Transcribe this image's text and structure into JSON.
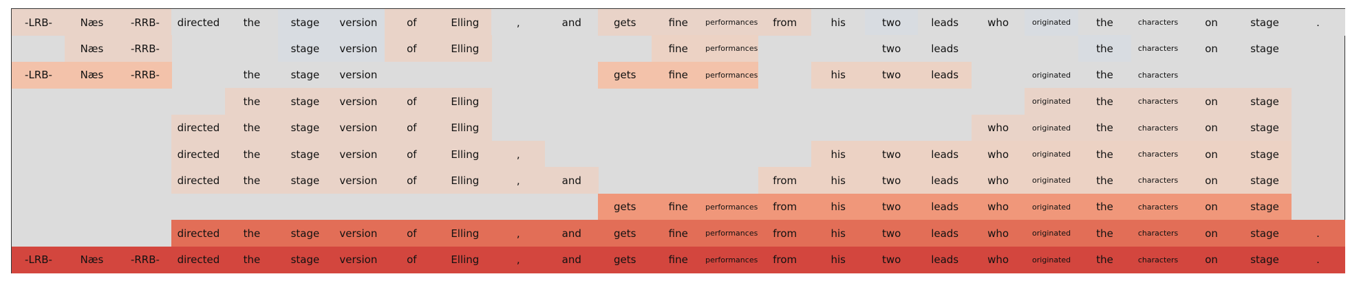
{
  "tokens": [
    "-LRB-",
    "Næs",
    "-RRB-",
    "directed",
    "the",
    "stage",
    "version",
    "of",
    "Elling",
    ",",
    "and",
    "gets",
    "fine",
    "performances",
    "from",
    "his",
    "two",
    "leads",
    "who",
    "originated",
    "the",
    "characters",
    "on",
    "stage",
    "."
  ],
  "small_tokens": [
    13,
    19,
    21
  ],
  "colors": {
    "empty": "#dcdcdc",
    "blue": "#d8dce1",
    "c_tan1": "#e9d3c8",
    "c_tan2": "#ecd2c4",
    "c_peach": "#f3c2aa",
    "c_orange": "#f0977a",
    "c_red1": "#e26e57",
    "c_red2": "#d3463e"
  },
  "rows": [
    {
      "shown": [
        0,
        1,
        2,
        3,
        4,
        5,
        6,
        7,
        8,
        9,
        10,
        11,
        12,
        13,
        14,
        15,
        16,
        17,
        18,
        19,
        20,
        21,
        22,
        23,
        24
      ],
      "cell_colors": {
        "0": "c_tan1",
        "1": "c_tan1",
        "2": "c_tan1",
        "3": "empty",
        "4": "empty",
        "5": "blue",
        "6": "blue",
        "7": "c_tan1",
        "8": "c_tan1",
        "9": "empty",
        "10": "empty",
        "11": "c_tan1",
        "12": "c_tan1",
        "13": "c_tan1",
        "14": "c_tan1",
        "15": "empty",
        "16": "blue",
        "17": "empty",
        "18": "empty",
        "19": "blue",
        "20": "empty",
        "21": "empty",
        "22": "empty",
        "23": "empty",
        "24": "empty"
      }
    },
    {
      "shown": [
        1,
        2,
        5,
        6,
        7,
        8,
        12,
        13,
        16,
        17,
        20,
        21,
        22,
        23
      ],
      "cell_colors": {
        "1": "c_tan1",
        "2": "c_tan1",
        "5": "blue",
        "6": "blue",
        "7": "c_tan1",
        "8": "c_tan1",
        "12": "c_tan2",
        "13": "c_tan2",
        "16": "empty",
        "17": "empty",
        "20": "blue",
        "21": "empty",
        "22": "empty",
        "23": "empty"
      }
    },
    {
      "shown": [
        0,
        1,
        2,
        4,
        5,
        6,
        11,
        12,
        13,
        15,
        16,
        17,
        19,
        20,
        21
      ],
      "cell_colors": {
        "0": "c_peach",
        "1": "c_peach",
        "2": "c_peach",
        "4": "empty",
        "5": "empty",
        "6": "empty",
        "11": "c_peach",
        "12": "c_peach",
        "13": "c_peach",
        "15": "c_tan2",
        "16": "c_tan2",
        "17": "c_tan2",
        "19": "empty",
        "20": "empty",
        "21": "empty"
      }
    },
    {
      "shown": [
        4,
        5,
        6,
        7,
        8,
        19,
        20,
        21,
        22,
        23
      ],
      "cell_colors": {
        "4": "c_tan1",
        "5": "c_tan1",
        "6": "c_tan1",
        "7": "c_tan1",
        "8": "c_tan1",
        "19": "c_tan1",
        "20": "c_tan1",
        "21": "c_tan1",
        "22": "c_tan1",
        "23": "c_tan1"
      }
    },
    {
      "shown": [
        3,
        4,
        5,
        6,
        7,
        8,
        18,
        19,
        20,
        21,
        22,
        23
      ],
      "cell_colors": {
        "3": "c_tan1",
        "4": "c_tan1",
        "5": "c_tan1",
        "6": "c_tan1",
        "7": "c_tan1",
        "8": "c_tan1",
        "18": "c_tan1",
        "19": "c_tan1",
        "20": "c_tan1",
        "21": "c_tan1",
        "22": "c_tan1",
        "23": "c_tan1"
      }
    },
    {
      "shown": [
        3,
        4,
        5,
        6,
        7,
        8,
        9,
        15,
        16,
        17,
        18,
        19,
        20,
        21,
        22,
        23
      ],
      "cell_colors": {
        "3": "c_tan1",
        "4": "c_tan1",
        "5": "c_tan1",
        "6": "c_tan1",
        "7": "c_tan1",
        "8": "c_tan1",
        "9": "c_tan1",
        "15": "c_tan2",
        "16": "c_tan2",
        "17": "c_tan2",
        "18": "c_tan2",
        "19": "c_tan2",
        "20": "c_tan2",
        "21": "c_tan2",
        "22": "c_tan2",
        "23": "c_tan2"
      }
    },
    {
      "shown": [
        3,
        4,
        5,
        6,
        7,
        8,
        9,
        10,
        14,
        15,
        16,
        17,
        18,
        19,
        20,
        21,
        22,
        23
      ],
      "cell_colors": {
        "3": "c_tan1",
        "4": "c_tan1",
        "5": "c_tan1",
        "6": "c_tan1",
        "7": "c_tan1",
        "8": "c_tan1",
        "9": "c_tan1",
        "10": "c_tan1",
        "14": "c_tan2",
        "15": "c_tan2",
        "16": "c_tan2",
        "17": "c_tan2",
        "18": "c_tan2",
        "19": "c_tan2",
        "20": "c_tan2",
        "21": "c_tan2",
        "22": "c_tan2",
        "23": "c_tan2"
      }
    },
    {
      "shown": [
        11,
        12,
        13,
        14,
        15,
        16,
        17,
        18,
        19,
        20,
        21,
        22,
        23
      ],
      "cell_colors": {
        "11": "c_orange",
        "12": "c_orange",
        "13": "c_orange",
        "14": "c_orange",
        "15": "c_orange",
        "16": "c_orange",
        "17": "c_orange",
        "18": "c_orange",
        "19": "c_orange",
        "20": "c_orange",
        "21": "c_orange",
        "22": "c_orange",
        "23": "c_orange"
      }
    },
    {
      "shown": [
        3,
        4,
        5,
        6,
        7,
        8,
        9,
        10,
        11,
        12,
        13,
        14,
        15,
        16,
        17,
        18,
        19,
        20,
        21,
        22,
        23,
        24
      ],
      "cell_colors": {
        "3": "c_red1",
        "4": "c_red1",
        "5": "c_red1",
        "6": "c_red1",
        "7": "c_red1",
        "8": "c_red1",
        "9": "c_red1",
        "10": "c_red1",
        "11": "c_red1",
        "12": "c_red1",
        "13": "c_red1",
        "14": "c_red1",
        "15": "c_red1",
        "16": "c_red1",
        "17": "c_red1",
        "18": "c_red1",
        "19": "c_red1",
        "20": "c_red1",
        "21": "c_red1",
        "22": "c_red1",
        "23": "c_red1",
        "24": "c_red1"
      }
    },
    {
      "shown": [
        0,
        1,
        2,
        3,
        4,
        5,
        6,
        7,
        8,
        9,
        10,
        11,
        12,
        13,
        14,
        15,
        16,
        17,
        18,
        19,
        20,
        21,
        22,
        23,
        24
      ],
      "cell_colors": {
        "0": "c_red2",
        "1": "c_red2",
        "2": "c_red2",
        "3": "c_red2",
        "4": "c_red2",
        "5": "c_red2",
        "6": "c_red2",
        "7": "c_red2",
        "8": "c_red2",
        "9": "c_red2",
        "10": "c_red2",
        "11": "c_red2",
        "12": "c_red2",
        "13": "c_red2",
        "14": "c_red2",
        "15": "c_red2",
        "16": "c_red2",
        "17": "c_red2",
        "18": "c_red2",
        "19": "c_red2",
        "20": "c_red2",
        "21": "c_red2",
        "22": "c_red2",
        "23": "c_red2",
        "24": "c_red2"
      }
    }
  ]
}
